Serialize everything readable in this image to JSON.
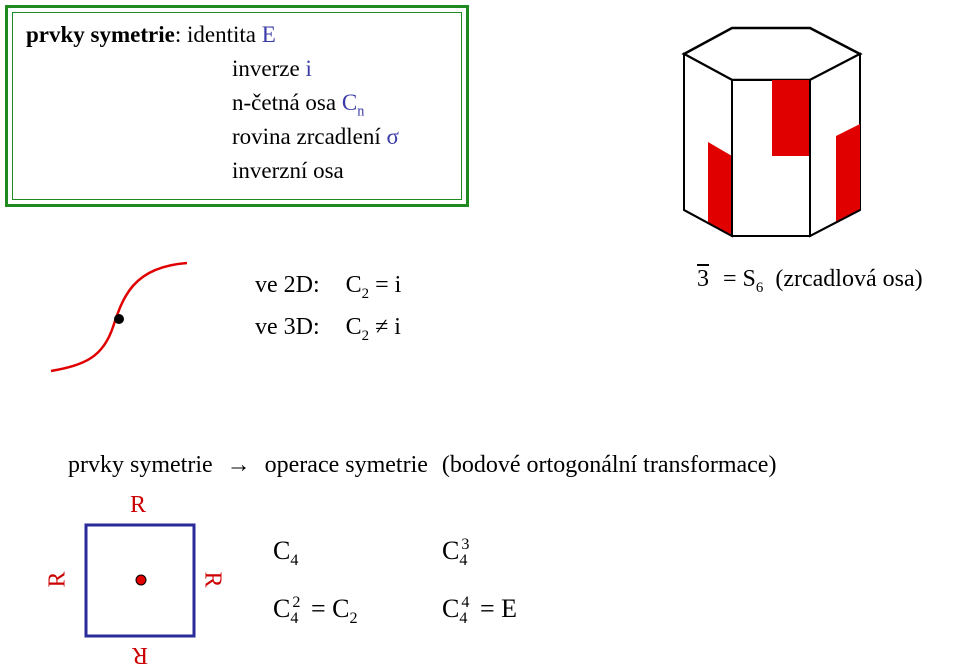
{
  "box": {
    "title": "prvky symetrie",
    "colon": ":",
    "items": [
      {
        "text": "identita ",
        "symbol": "E"
      },
      {
        "text": "inverze ",
        "symbol": "i"
      },
      {
        "text": "n-četná osa ",
        "symbol": "C",
        "sub": "n"
      },
      {
        "text": "rovina zrcadlení ",
        "symbol": "σ"
      },
      {
        "text": "inverzní osa",
        "symbol": ""
      }
    ]
  },
  "curve_text": {
    "line1_prefix": "ve 2D:",
    "line1_symbol": "C",
    "line1_sub": "2",
    "line1_rel": "= i",
    "line2_prefix": "ve 3D:",
    "line2_symbol": "C",
    "line2_sub": "2",
    "line2_rel": "≠ i"
  },
  "inversion_axis": {
    "bar_number": "3",
    "equals": "=",
    "symbol": "S",
    "sub": "6",
    "note": "(zrcadlová osa)"
  },
  "operations": {
    "left": "prvky symetrie",
    "arrow": "→",
    "right": "operace symetrie",
    "note": "(bodové ortogonální transformace)"
  },
  "square_labels": {
    "top": "R",
    "left": "R",
    "right": "R",
    "bottom": "R"
  },
  "c4_ops": [
    {
      "base": "C",
      "sub": "4",
      "sup": "",
      "tail": ""
    },
    {
      "base": "C",
      "sub": "4",
      "sup": "3",
      "tail": ""
    },
    {
      "base": "C",
      "sub": "4",
      "sup": "2",
      "tail": "= C",
      "tail_sub": "2"
    },
    {
      "base": "C",
      "sub": "4",
      "sup": "4",
      "tail": "= E",
      "tail_sub": ""
    }
  ],
  "colors": {
    "frame": "#1f8a1f",
    "highlight": "#3a3aa8",
    "red": "#e00000",
    "square": "#2a2a9a"
  }
}
